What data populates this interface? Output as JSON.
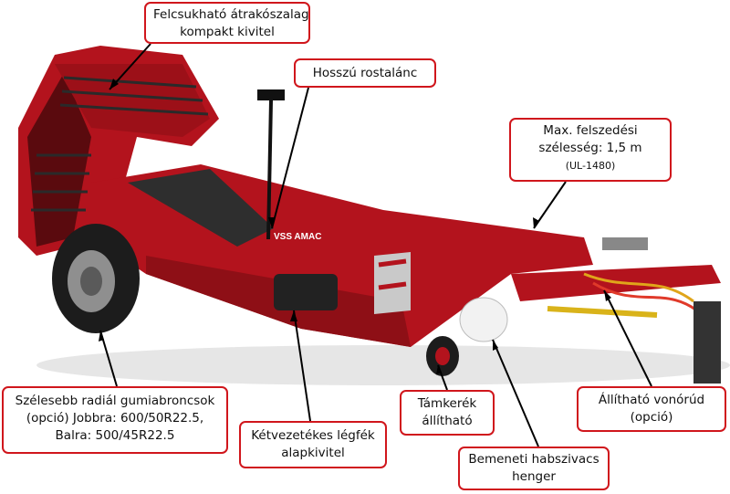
{
  "callouts": {
    "top_conveyor": {
      "line1": "Felcsukható átrakószalag",
      "line2": "kompakt kivitel"
    },
    "sieve_chain": {
      "line1": "Hosszú rostalánc"
    },
    "pickup_width": {
      "line1": "Max. felszedési",
      "line2": "szélesség: 1,5 m",
      "line3": "(UL-1480)"
    },
    "tires": {
      "line1": "Szélesebb radiál gumiabroncsok",
      "line2": "(opció) Jobbra: 600/50R22.5,",
      "line3": "Balra: 500/45R22.5"
    },
    "air_brake": {
      "line1": "Kétvezetékes légfék",
      "line2": "alapkivitel"
    },
    "support_wheel": {
      "line1": "Támkerék",
      "line2": "állítható"
    },
    "drawbar": {
      "line1": "Állítható vonórúd",
      "line2": "(opció)"
    },
    "foam_roller": {
      "line1": "Bemeneti habszivacs",
      "line2": "henger"
    }
  },
  "machine_badge": "VSS AMAC",
  "colors": {
    "callout_border": "#d0161c",
    "machine_red": "#b3131d",
    "leader_line": "#000000"
  }
}
